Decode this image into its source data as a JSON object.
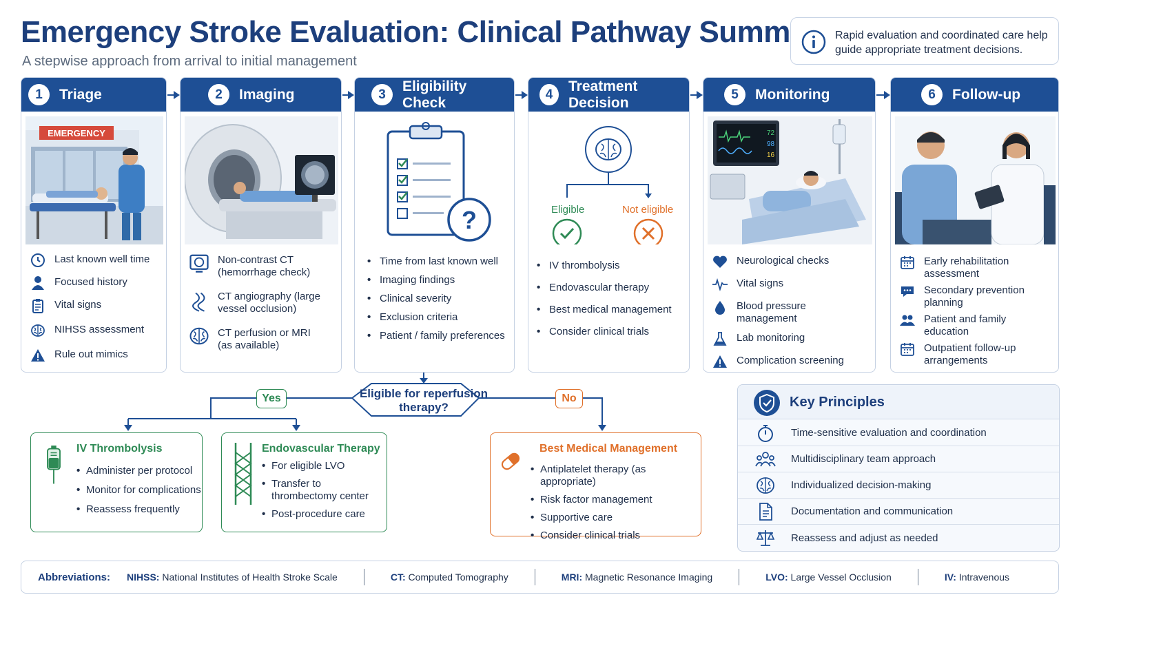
{
  "header": {
    "title": "Emergency Stroke Evaluation: Clinical Pathway Summary",
    "subtitle": "A stepwise approach from arrival to initial management",
    "info": "Rapid evaluation and coordinated care help guide appropriate treatment decisions.",
    "info_icon": "info-icon"
  },
  "steps": [
    {
      "num": "1",
      "label": "Triage",
      "sign": "EMERGENCY",
      "items": [
        {
          "icon": "clock-icon",
          "text": "Last known well time"
        },
        {
          "icon": "person-icon",
          "text": "Focused history"
        },
        {
          "icon": "clipboard-icon",
          "text": "Vital signs"
        },
        {
          "icon": "brain-icon",
          "text": "NIHSS assessment"
        },
        {
          "icon": "warning-icon",
          "text": "Rule out mimics"
        }
      ]
    },
    {
      "num": "2",
      "label": "Imaging",
      "items": [
        {
          "icon": "ct-monitor-icon",
          "text": "Non-contrast CT (hemorrhage check)"
        },
        {
          "icon": "vessel-icon",
          "text": "CT angiography (large vessel occlusion)"
        },
        {
          "icon": "brain-icon",
          "text": "CT perfusion or MRI (as available)"
        }
      ]
    },
    {
      "num": "3",
      "label": "Eligibility Check",
      "items": [
        "Time from last known well",
        "Imaging findings",
        "Clinical severity",
        "Exclusion criteria",
        "Patient / family preferences"
      ]
    },
    {
      "num": "4",
      "label": "Treatment Decision",
      "eligible": "Eligible",
      "not_eligible": "Not eligible",
      "items": [
        "IV thrombolysis",
        "Endovascular therapy",
        "Best medical management",
        "Consider clinical trials"
      ]
    },
    {
      "num": "5",
      "label": "Monitoring",
      "monitor_values": [
        "72",
        "98",
        "16"
      ],
      "items": [
        {
          "icon": "heart-icon",
          "text": "Neurological checks"
        },
        {
          "icon": "pulse-icon",
          "text": "Vital signs"
        },
        {
          "icon": "drop-icon",
          "text": "Blood pressure management"
        },
        {
          "icon": "flask-icon",
          "text": "Lab monitoring"
        },
        {
          "icon": "warning-icon",
          "text": "Complication screening"
        }
      ]
    },
    {
      "num": "6",
      "label": "Follow-up",
      "items": [
        {
          "icon": "calendar-icon",
          "text": "Early rehabilitation assessment"
        },
        {
          "icon": "chat-icon",
          "text": "Secondary prevention planning"
        },
        {
          "icon": "people-icon",
          "text": "Patient and family education"
        },
        {
          "icon": "calendar-icon",
          "text": "Outpatient follow-up arrangements"
        }
      ]
    }
  ],
  "decision": {
    "question": "Eligible for reperfusion therapy?",
    "yes": "Yes",
    "no": "No"
  },
  "outcomes": {
    "iv": {
      "title": "IV Thrombolysis",
      "items": [
        "Administer per protocol",
        "Monitor for complications",
        "Reassess frequently"
      ]
    },
    "evt": {
      "title": "Endovascular Therapy",
      "items": [
        "For eligible LVO",
        "Transfer to thrombectomy center",
        "Post-procedure care"
      ]
    },
    "bmm": {
      "title": "Best Medical Management",
      "items": [
        "Antiplatelet therapy (as appropriate)",
        "Risk factor management",
        "Supportive care",
        "Consider clinical trials"
      ]
    }
  },
  "key_principles": {
    "title": "Key Principles",
    "items": [
      {
        "icon": "stopwatch-icon",
        "text": "Time-sensitive evaluation and coordination"
      },
      {
        "icon": "team-icon",
        "text": "Multidisciplinary team approach"
      },
      {
        "icon": "brain-icon",
        "text": "Individualized decision-making"
      },
      {
        "icon": "document-icon",
        "text": "Documentation and communication"
      },
      {
        "icon": "scale-icon",
        "text": "Reassess and adjust as needed"
      }
    ]
  },
  "abbreviations": {
    "title": "Abbreviations:",
    "items": [
      {
        "abbr": "NIHSS:",
        "full": "National Institutes of Health Stroke Scale"
      },
      {
        "abbr": "CT:",
        "full": "Computed Tomography"
      },
      {
        "abbr": "MRI:",
        "full": "Magnetic Resonance Imaging"
      },
      {
        "abbr": "LVO:",
        "full": "Large Vessel Occlusion"
      },
      {
        "abbr": "IV:",
        "full": "Intravenous"
      }
    ]
  },
  "colors": {
    "primary": "#1e4f95",
    "title": "#1d3f7c",
    "green": "#2e8a55",
    "orange": "#e0702a"
  }
}
